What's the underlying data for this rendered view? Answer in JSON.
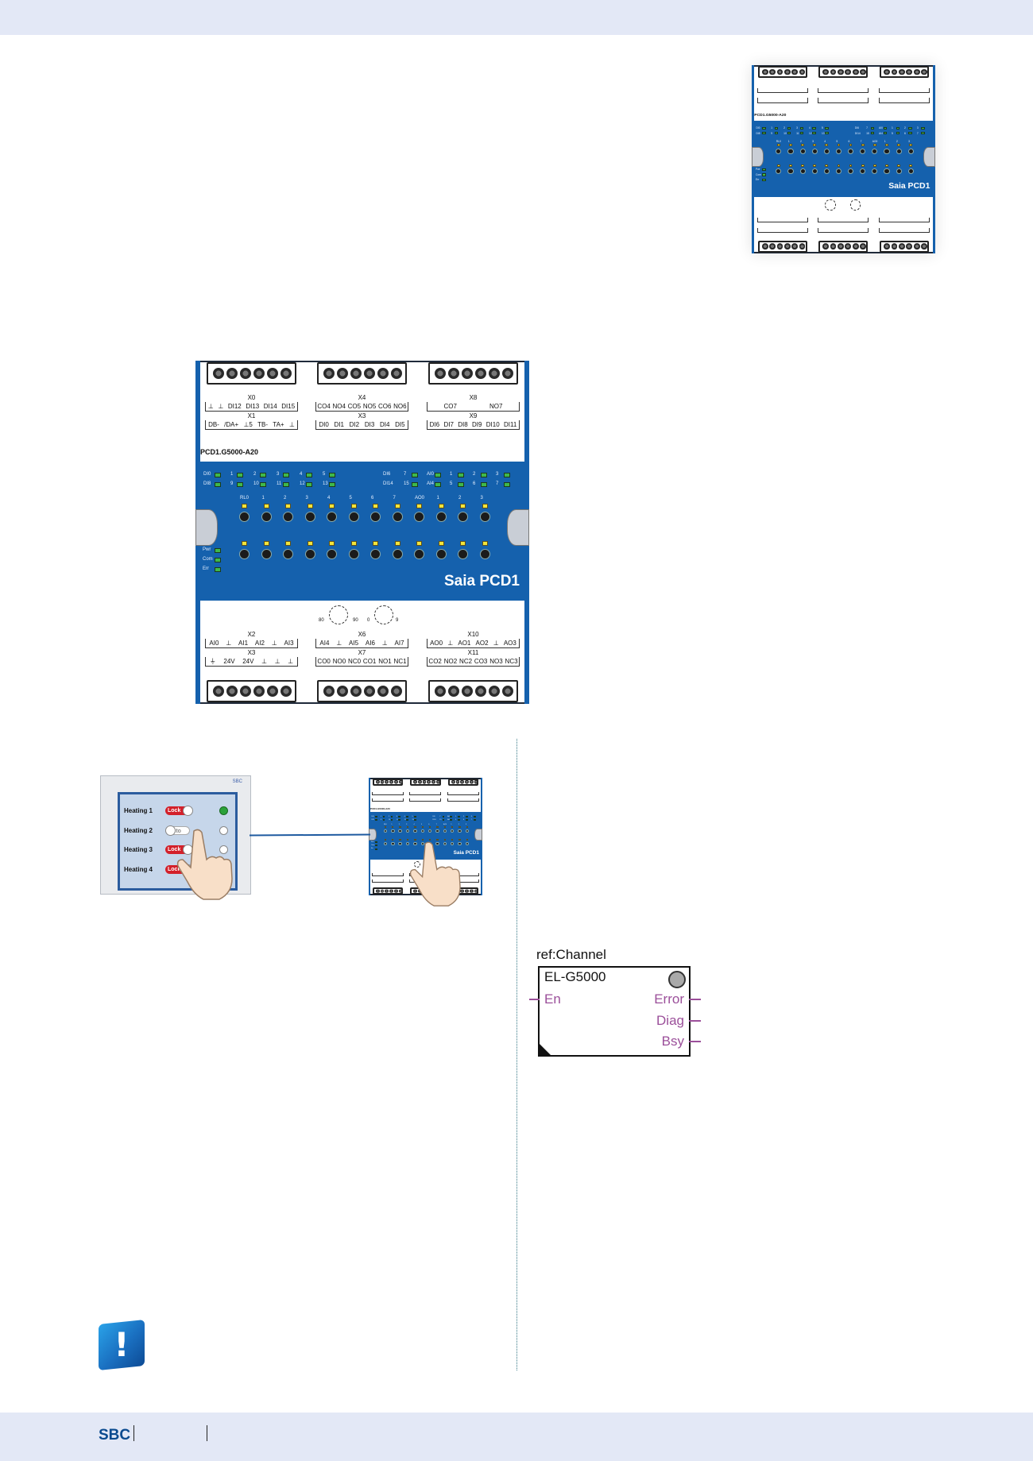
{
  "footer": {
    "brand": "SBC"
  },
  "device": {
    "model": "PCD1.G5000-A20",
    "brand": "Saia PCD1",
    "top_blocks": [
      {
        "top_name": "X0",
        "top_pins": [
          "⊥",
          "⊥",
          "DI12",
          "DI13",
          "DI14",
          "DI15"
        ],
        "bot_name": "X1",
        "bot_pins": [
          "DB-",
          "/DA+",
          "⊥5",
          "TB-",
          "TA+",
          "⊥"
        ]
      },
      {
        "top_name": "X4",
        "top_pins": [
          "CO4",
          "NO4",
          "CO5",
          "NO5",
          "CO6",
          "NO6"
        ],
        "bot_name": "X3",
        "bot_pins": [
          "DI0",
          "DI1",
          "DI2",
          "DI3",
          "DI4",
          "DI5"
        ]
      },
      {
        "top_name": "X8",
        "top_pins": [
          "CO7",
          "NO7"
        ],
        "bot_name": "X9",
        "bot_pins": [
          "DI6",
          "DI7",
          "DI8",
          "DI9",
          "DI10",
          "DI11"
        ]
      }
    ],
    "bottom_blocks": [
      {
        "top_name": "X2",
        "top_pins": [
          "AI0",
          "⊥",
          "AI1",
          "AI2",
          "⊥",
          "AI3"
        ],
        "bot_name": "X3",
        "bot_pins": [
          "⏚",
          "24V",
          "24V",
          "⊥",
          "⊥",
          "⊥"
        ]
      },
      {
        "top_name": "X6",
        "top_pins": [
          "AI4",
          "⊥",
          "AI5",
          "AI6",
          "⊥",
          "AI7"
        ],
        "bot_name": "X7",
        "bot_pins": [
          "CO0",
          "NO0",
          "NC0",
          "CO1",
          "NO1",
          "NC1"
        ]
      },
      {
        "top_name": "X10",
        "top_pins": [
          "AO0",
          "⊥",
          "AO1",
          "AO2",
          "⊥",
          "AO3"
        ],
        "bot_name": "X11",
        "bot_pins": [
          "CO2",
          "NO2",
          "NC2",
          "CO3",
          "NO3",
          "NC3"
        ]
      }
    ],
    "led_labels_left": [
      "DI0",
      "DI8"
    ],
    "led_labels_right": [
      "DI6",
      "DI14"
    ],
    "led_numbers_row1": [
      "1",
      "2",
      "3",
      "4",
      "5"
    ],
    "led_numbers_row2": [
      "9",
      "10",
      "11",
      "12",
      "13"
    ],
    "led_right_row1": [
      "7",
      "AI0",
      "1",
      "2",
      "3"
    ],
    "led_right_row2": [
      "15",
      "AI4",
      "5",
      "6",
      "7"
    ],
    "relay_labels": [
      "RL0",
      "1",
      "2",
      "3",
      "4",
      "5",
      "6",
      "7",
      "AO0",
      "1",
      "2",
      "3"
    ],
    "status_leds": [
      "Pwr",
      "Com",
      "Err"
    ],
    "rotary_labels": [
      "80",
      "90",
      "0",
      "9"
    ]
  },
  "panel": {
    "logo": "SBC",
    "rows": [
      {
        "label": "Heating 1",
        "mode": "Lock",
        "state": "on"
      },
      {
        "label": "Heating 2",
        "mode": "Auto",
        "state": "off"
      },
      {
        "label": "Heating 3",
        "mode": "Lock",
        "state": "off"
      },
      {
        "label": "Heating 4",
        "mode": "Lock",
        "state": "on"
      }
    ]
  },
  "function_block": {
    "ref": "ref:Channel",
    "name": "EL-G5000",
    "input_pins": [
      "En"
    ],
    "output_pins": [
      "Error",
      "Diag",
      "Bsy"
    ]
  },
  "colors": {
    "device_blue": "#1561ad",
    "band": "#e3e8f6",
    "pin": "#9b4f9a",
    "note_icon": "#1a6fc0"
  },
  "icons": {
    "note": "exclamation-icon",
    "hand": "pointing-hand-icon"
  }
}
